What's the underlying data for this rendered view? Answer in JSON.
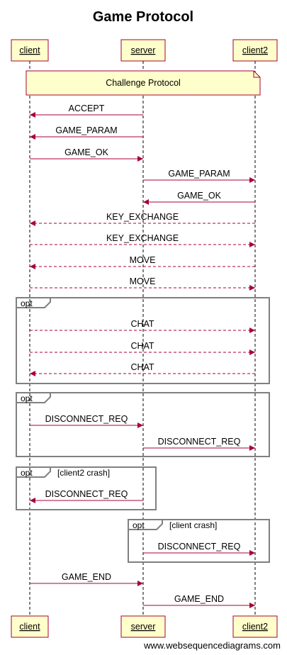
{
  "title": "Game Protocol",
  "watermark": "www.websequencediagrams.com",
  "colors": {
    "box_fill": "#ffffcc",
    "box_stroke": "#a80036",
    "arrow": "#a80036",
    "frame": "#808080"
  },
  "participants": [
    {
      "id": "client",
      "label": "client"
    },
    {
      "id": "server",
      "label": "server"
    },
    {
      "id": "client2",
      "label": "client2"
    }
  ],
  "note": {
    "label": "Challenge Protocol",
    "over": [
      "client",
      "client2"
    ]
  },
  "messages": [
    {
      "from": "server",
      "to": "client",
      "label": "ACCEPT",
      "style": "solid"
    },
    {
      "from": "server",
      "to": "client",
      "label": "GAME_PARAM",
      "style": "solid"
    },
    {
      "from": "client",
      "to": "server",
      "label": "GAME_OK",
      "style": "solid"
    },
    {
      "from": "server",
      "to": "client2",
      "label": "GAME_PARAM",
      "style": "solid"
    },
    {
      "from": "client2",
      "to": "server",
      "label": "GAME_OK",
      "style": "solid"
    },
    {
      "from": "client2",
      "to": "client",
      "label": "KEY_EXCHANGE",
      "style": "dashed"
    },
    {
      "from": "client",
      "to": "client2",
      "label": "KEY_EXCHANGE",
      "style": "dashed"
    },
    {
      "from": "client2",
      "to": "client",
      "label": "MOVE",
      "style": "dashed"
    },
    {
      "from": "client",
      "to": "client2",
      "label": "MOVE",
      "style": "dashed"
    },
    {
      "from": "client",
      "to": "client2",
      "label": "CHAT",
      "style": "dashed"
    },
    {
      "from": "client",
      "to": "client2",
      "label": "CHAT",
      "style": "dashed"
    },
    {
      "from": "client2",
      "to": "client",
      "label": "CHAT",
      "style": "dashed"
    },
    {
      "from": "client",
      "to": "server",
      "label": "DISCONNECT_REQ",
      "style": "solid"
    },
    {
      "from": "server",
      "to": "client2",
      "label": "DISCONNECT_REQ",
      "style": "solid"
    },
    {
      "from": "server",
      "to": "client",
      "label": "DISCONNECT_REQ",
      "style": "solid"
    },
    {
      "from": "server",
      "to": "client2",
      "label": "DISCONNECT_REQ",
      "style": "solid"
    },
    {
      "from": "client",
      "to": "server",
      "label": "GAME_END",
      "style": "solid"
    },
    {
      "from": "server",
      "to": "client2",
      "label": "GAME_END",
      "style": "solid"
    }
  ],
  "frames": [
    {
      "keyword": "opt",
      "condition": "",
      "messages": [
        9,
        10,
        11
      ]
    },
    {
      "keyword": "opt",
      "condition": "",
      "messages": [
        12,
        13
      ]
    },
    {
      "keyword": "opt",
      "condition": "[client2 crash]",
      "messages": [
        14
      ]
    },
    {
      "keyword": "opt",
      "condition": "[client crash]",
      "messages": [
        15
      ]
    }
  ]
}
